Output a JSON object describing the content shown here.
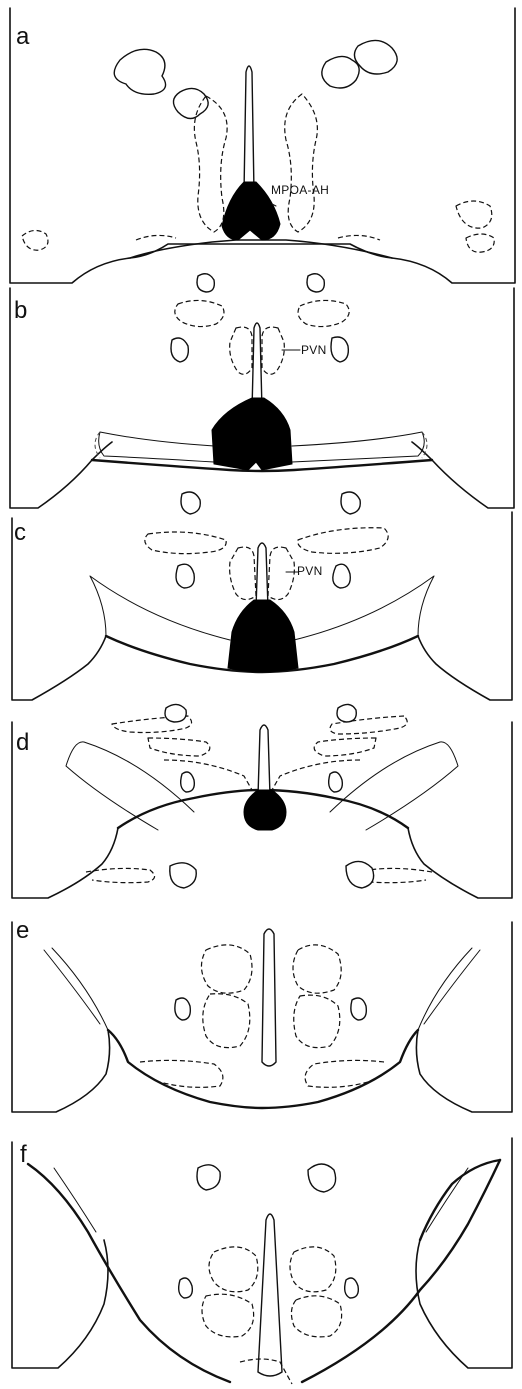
{
  "panels": [
    {
      "letter": "a",
      "label": "MPOA-AH"
    },
    {
      "letter": "b",
      "label": "PVN"
    },
    {
      "letter": "c",
      "label": "PVN"
    },
    {
      "letter": "d",
      "label": ""
    },
    {
      "letter": "e",
      "label": ""
    },
    {
      "letter": "f",
      "label": ""
    }
  ],
  "colors": {
    "ink": "#111111",
    "lesion": "#000000",
    "background": "#ffffff"
  }
}
